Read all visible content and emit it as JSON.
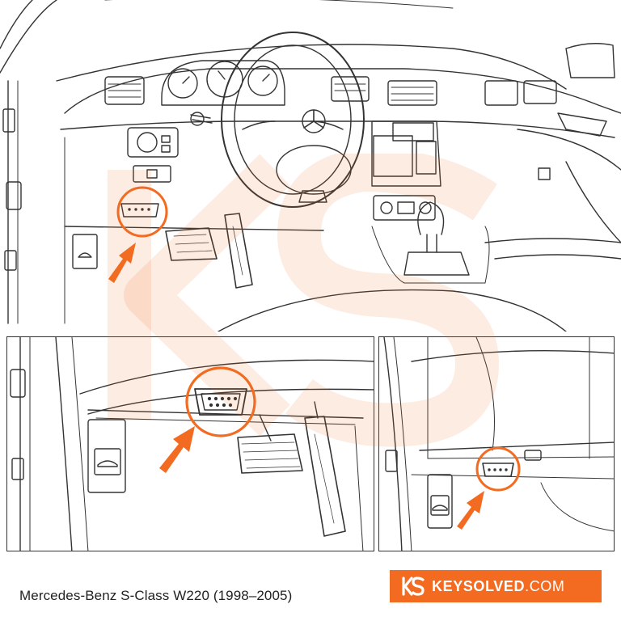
{
  "caption": "Mercedes-Benz S-Class W220 (1998–2005)",
  "brand": {
    "name": "KEYSOLVED",
    "tld": ".COM",
    "color": "#f26b21"
  },
  "highlight_color": "#f26b21",
  "panels": {
    "main": "dashboard-overview",
    "left": "footwell-detail",
    "right": "lower-dash-detail"
  }
}
